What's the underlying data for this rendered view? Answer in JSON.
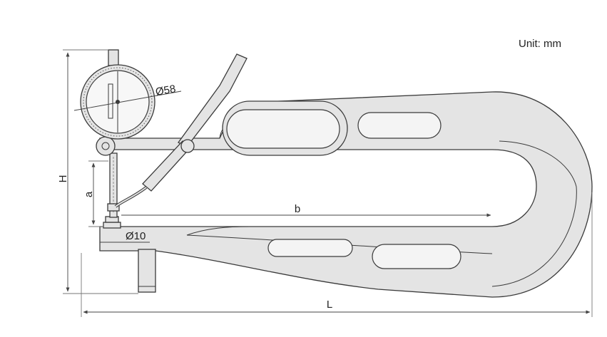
{
  "unit_label": "Unit: mm",
  "dimensions": {
    "H": "H",
    "L": "L",
    "a": "a",
    "b": "b",
    "dial_diameter": "Ø58",
    "anvil_diameter": "Ø10"
  },
  "colors": {
    "body": "#e4e4e4",
    "outline": "#3a3a3a",
    "slot": "#f4f4f4"
  }
}
